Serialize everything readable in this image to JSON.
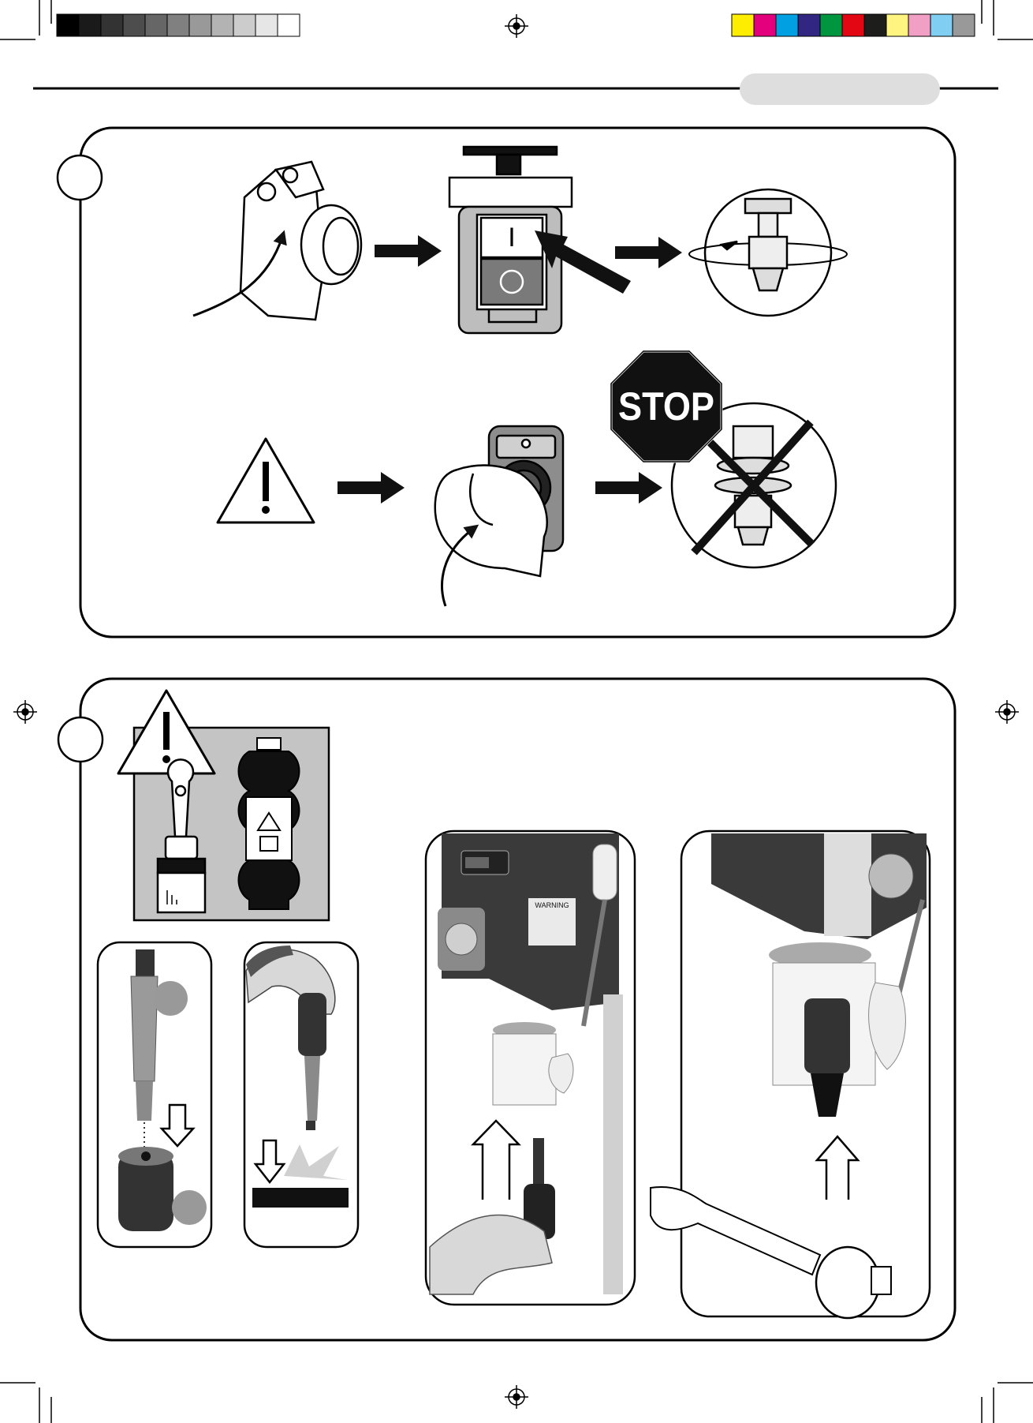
{
  "print_marks": {
    "grayscale_strip": [
      "#000000",
      "#1a1a1a",
      "#333333",
      "#4d4d4d",
      "#666666",
      "#808080",
      "#999999",
      "#b3b3b3",
      "#cccccc",
      "#e6e6e6",
      "#ffffff"
    ],
    "color_strip": [
      "#ffed00",
      "#e4007d",
      "#00a0e3",
      "#312783",
      "#009640",
      "#e30613",
      "#1d1d1b",
      "#fff480",
      "#f19fc5",
      "#80cef1",
      "#999999"
    ]
  },
  "header": {
    "tab_color": "#dedede"
  },
  "panel1": {
    "row1": {
      "icons": [
        "plug-icon",
        "on-off-switch-icon",
        "rotating-spindle-icon"
      ],
      "switch_on_symbol": "I",
      "switch_off_symbol": "O"
    },
    "row2": {
      "icons": [
        "warning-icon",
        "emergency-stop-button-icon",
        "stop-sign-icon",
        "stopped-spindle-icon"
      ],
      "stop_label": "STOP"
    }
  },
  "panel2": {
    "solvent_box": {
      "icons": [
        "warning-icon",
        "brush-icon",
        "solvent-bottle-icon"
      ]
    },
    "machine_label": "WARNING",
    "step_photos": [
      "arbor-insert-photo",
      "arbor-tap-photo",
      "chuck-insert-photo",
      "chuck-mallet-photo"
    ]
  }
}
